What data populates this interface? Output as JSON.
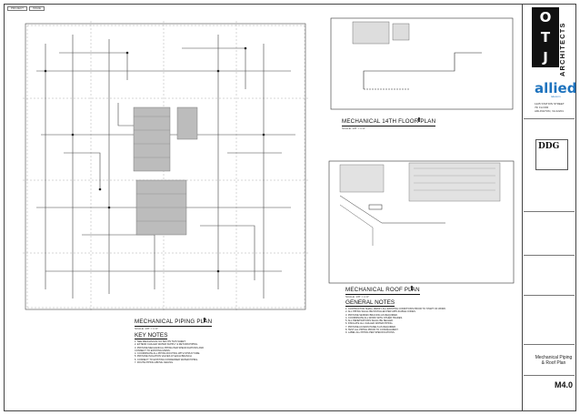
{
  "header_stamps": [
    "PROJECT",
    "ISSUE"
  ],
  "plans": {
    "piping": {
      "title": "MECHANICAL PIPING PLAN",
      "scale": "SCALE: 1/8\" = 1'-0\""
    },
    "floor14": {
      "title": "MECHANICAL 14TH FLOOR PLAN",
      "scale": "SCALE: 1/8\" = 1'-0\""
    },
    "roof": {
      "title": "MECHANICAL ROOF PLAN",
      "scale": "SCALE: 1/8\" = 1'-0\""
    }
  },
  "key_notes": {
    "heading": "KEY NOTES",
    "items": [
      "1. SEE MECHANICAL NOTES ON THIS SHEET.",
      "2. EXTEND CHILLED WATER SUPPLY & RETURN PIPING.",
      "3. PROVIDE MECHANICAL PIPING PER SPECIFICATIONS AND CONNECT TO EXISTING MAINS.",
      "4. COORDINATE ALL PIPING ROUTING WITH STRUCTURE.",
      "5. PROVIDE ISOLATION VALVES AT EACH BRANCH.",
      "6. CONNECT TO EXISTING CONDENSER WATER PIPING.",
      "7. ROUTE PIPING ABOVE CEILING."
    ]
  },
  "general_notes": {
    "heading": "GENERAL NOTES",
    "items": [
      "1. CONTRACTOR SHALL VERIFY ALL EXISTING CONDITIONS PRIOR TO START OF WORK.",
      "2. ALL PIPING SHALL BE INSTALLED PER APPLICABLE CODES.",
      "3. PROVIDE SEISMIC BRACING AS REQUIRED.",
      "4. COORDINATE ALL WORK WITH OTHER TRADES.",
      "5. ALL PENETRATIONS SHALL BE SEALED.",
      "6. INSULATE ALL CHILLED WATER PIPING.",
      "7. PROVIDE ACCESS PANELS AS REQUIRED.",
      "8. TEST ALL PIPING PRIOR TO CONCEALMENT.",
      "9. LABEL ALL PIPING PER SPECIFICATIONS."
    ]
  },
  "title_block": {
    "firm_letters": [
      "O",
      "T",
      "J"
    ],
    "firm_word": "ARCHITECTS",
    "tenant": "allied",
    "tenant_sub": "telecom",
    "address_lines": [
      "1225 STATION STREET",
      "7th FLOOR",
      "ARLINGTON, VA 22201"
    ],
    "engineer": "DDG",
    "sheet_title": "Mechanical Piping & Roof Plan",
    "sheet_number": "M4.0"
  },
  "colors": {
    "tenant_blue": "#1e73be",
    "line": "#222222",
    "shaded": "#b9b9b9"
  }
}
